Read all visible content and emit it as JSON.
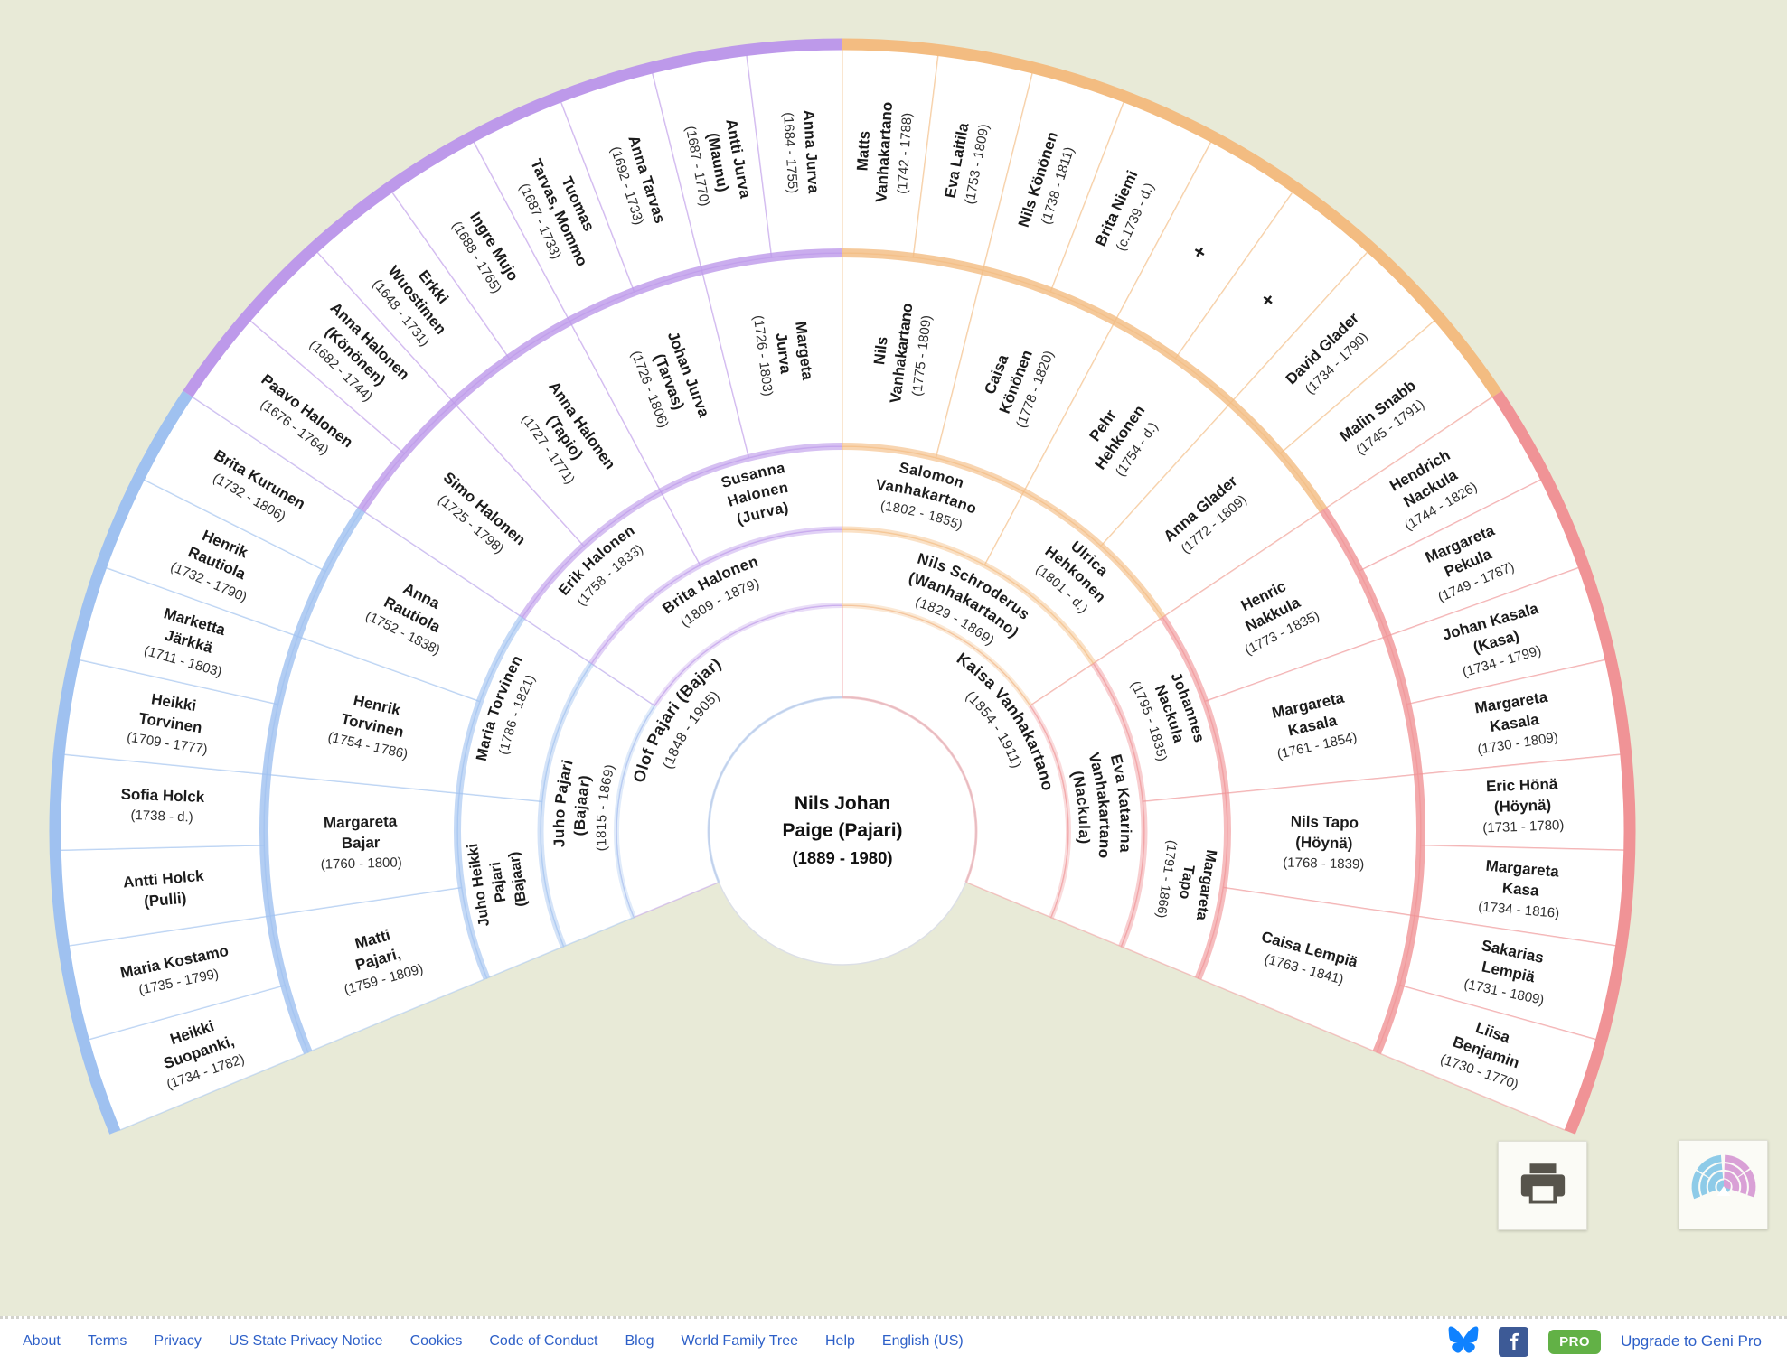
{
  "center_person": {
    "name_lines": [
      "Nils Johan",
      "Paige (Pajari)"
    ],
    "dates": "(1889 - 1980)"
  },
  "rings": [
    {
      "generation": "parents",
      "people": [
        {
          "name_lines": [
            "Olof Pajari (Bajar)"
          ],
          "dates": "(1848 - 1905)"
        },
        {
          "name_lines": [
            "Kaisa Vanhakartano"
          ],
          "dates": "(1854 - 1911)"
        }
      ]
    },
    {
      "generation": "grandparents",
      "people": [
        {
          "name_lines": [
            "Juho Pajari",
            "(Bajaar)"
          ],
          "dates": "(1815 - 1869)"
        },
        {
          "name_lines": [
            "Brita Halonen"
          ],
          "dates": "(1809 - 1879)"
        },
        {
          "name_lines": [
            "Nils Schroderus",
            "(Wanhakartano)"
          ],
          "dates": "(1829 - 1869)"
        },
        {
          "name_lines": [
            "Eva Katarina",
            "Vanhakartano",
            "(Nackula)"
          ],
          "dates": ""
        }
      ]
    },
    {
      "generation": "great-grandparents",
      "people": [
        {
          "name_lines": [
            "Juho Heikki",
            "Pajari",
            "(Bajaar)"
          ],
          "dates": ""
        },
        {
          "name_lines": [
            "Maria Torvinen"
          ],
          "dates": "(1786 - 1821)"
        },
        {
          "name_lines": [
            "Erik Halonen"
          ],
          "dates": "(1758 - 1833)"
        },
        {
          "name_lines": [
            "Susanna",
            "Halonen",
            "(Jurva)"
          ],
          "dates": ""
        },
        {
          "name_lines": [
            "Salomon",
            "Vanhakartano"
          ],
          "dates": "(1802 - 1855)"
        },
        {
          "name_lines": [
            "Ulrica",
            "Hehkonen"
          ],
          "dates": "(1801 -  d.)"
        },
        {
          "name_lines": [
            "Johannes",
            "Nackula"
          ],
          "dates": "(1795 - 1835)"
        },
        {
          "name_lines": [
            "Margareta",
            "Tapo"
          ],
          "dates": "(1791 - 1866)"
        }
      ]
    },
    {
      "generation": "2nd-great-grandparents",
      "people": [
        {
          "name_lines": [
            "Matti",
            "Pajari,"
          ],
          "dates": "(1759 - 1809)"
        },
        {
          "name_lines": [
            "Margareta",
            "Bajar"
          ],
          "dates": "(1760 - 1800)"
        },
        {
          "name_lines": [
            "Henrik",
            "Torvinen"
          ],
          "dates": "(1754 - 1786)"
        },
        {
          "name_lines": [
            "Anna",
            "Rautiola"
          ],
          "dates": "(1752 - 1838)"
        },
        {
          "name_lines": [
            "Simo Halonen"
          ],
          "dates": "(1725 - 1798)"
        },
        {
          "name_lines": [
            "Anna Halonen",
            "(Tapio)"
          ],
          "dates": "(1727 - 1771)"
        },
        {
          "name_lines": [
            "Johan Jurva",
            "(Tarvas)"
          ],
          "dates": "(1726 - 1806)"
        },
        {
          "name_lines": [
            "Margeta",
            "Jurva"
          ],
          "dates": "(1726 - 1803)"
        },
        {
          "name_lines": [
            "Nils",
            "Vanhakartano"
          ],
          "dates": "(1775 - 1809)"
        },
        {
          "name_lines": [
            "Caisa",
            "Könönen"
          ],
          "dates": "(1778 - 1820)"
        },
        {
          "name_lines": [
            "Pehr",
            "Hehkonen"
          ],
          "dates": "(1754 -  d.)"
        },
        {
          "name_lines": [
            "Anna Glader"
          ],
          "dates": "(1772 - 1809)"
        },
        {
          "name_lines": [
            "Henric",
            "Nakkula"
          ],
          "dates": "(1773 - 1835)"
        },
        {
          "name_lines": [
            "Margareta",
            "Kasala"
          ],
          "dates": "(1761 - 1854)"
        },
        {
          "name_lines": [
            "Nils Tapo",
            "(Höynä)"
          ],
          "dates": "(1768 - 1839)"
        },
        {
          "name_lines": [
            "Caisa Lempiä"
          ],
          "dates": "(1763 - 1841)"
        }
      ]
    },
    {
      "generation": "3rd-great-grandparents",
      "people": [
        {
          "name_lines": [
            "Heikki",
            "Suopanki,"
          ],
          "dates": "(1734 - 1782)"
        },
        {
          "name_lines": [
            "Maria Kostamo"
          ],
          "dates": "(1735 - 1799)"
        },
        {
          "name_lines": [
            "Antti Holck",
            "(Pulli)"
          ],
          "dates": ""
        },
        {
          "name_lines": [
            "Sofia Holck"
          ],
          "dates": "(1738 -  d.)"
        },
        {
          "name_lines": [
            "Heikki",
            "Torvinen"
          ],
          "dates": "(1709 - 1777)"
        },
        {
          "name_lines": [
            "Marketta",
            "Järkkä"
          ],
          "dates": "(1711 - 1803)"
        },
        {
          "name_lines": [
            "Henrik",
            "Rautiola"
          ],
          "dates": "(1732 - 1790)"
        },
        {
          "name_lines": [
            "Brita Kurunen"
          ],
          "dates": "(1732 - 1806)"
        },
        {
          "name_lines": [
            "Paavo Halonen"
          ],
          "dates": "(1676 - 1764)"
        },
        {
          "name_lines": [
            "Anna Halonen",
            "(Könönen)"
          ],
          "dates": "(1682 - 1744)"
        },
        {
          "name_lines": [
            "Erkki",
            "Wuostimen"
          ],
          "dates": "(1648 - 1731)"
        },
        {
          "name_lines": [
            "Ingre Mujo"
          ],
          "dates": "(1688 - 1765)"
        },
        {
          "name_lines": [
            "Tuomas",
            "Tarvas, Mommo"
          ],
          "dates": "(1687 - 1733)"
        },
        {
          "name_lines": [
            "Anna Tarvas"
          ],
          "dates": "(1692 - 1733)"
        },
        {
          "name_lines": [
            "Antti Jurva",
            "(Maunu)"
          ],
          "dates": "(1687 - 1770)"
        },
        {
          "name_lines": [
            "Anna Jurva"
          ],
          "dates": "(1684 - 1755)"
        },
        {
          "name_lines": [
            "Matts",
            "Vanhakartano"
          ],
          "dates": "(1742 - 1788)"
        },
        {
          "name_lines": [
            "Eva Laitila"
          ],
          "dates": "(1753 - 1809)"
        },
        {
          "name_lines": [
            "Nils Könönen"
          ],
          "dates": "(1738 - 1811)"
        },
        {
          "name_lines": [
            "Brita Niemi"
          ],
          "dates": "(c.1739 -  d.)"
        },
        {
          "name_lines": [
            "+"
          ],
          "dates": ""
        },
        {
          "name_lines": [
            "+"
          ],
          "dates": ""
        },
        {
          "name_lines": [
            "David Glader"
          ],
          "dates": "(1734 - 1790)"
        },
        {
          "name_lines": [
            "Malin Snabb"
          ],
          "dates": "(1745 - 1791)"
        },
        {
          "name_lines": [
            "Hendrich",
            "Nackula"
          ],
          "dates": "(1744 - 1826)"
        },
        {
          "name_lines": [
            "Margareta",
            "Pekula"
          ],
          "dates": "(1749 - 1787)"
        },
        {
          "name_lines": [
            "Johan Kasala",
            "(Kasa)"
          ],
          "dates": "(1734 - 1799)"
        },
        {
          "name_lines": [
            "Margareta",
            "Kasala"
          ],
          "dates": "(1730 - 1809)"
        },
        {
          "name_lines": [
            "Eric Hönä",
            "(Höynä)"
          ],
          "dates": "(1731 - 1780)"
        },
        {
          "name_lines": [
            "Margareta",
            "Kasa"
          ],
          "dates": "(1734 - 1816)"
        },
        {
          "name_lines": [
            "Sakarias",
            "Lempiä"
          ],
          "dates": "(1731 - 1809)"
        },
        {
          "name_lines": [
            "Liisa",
            "Benjamin"
          ],
          "dates": "(1730 - 1770)"
        }
      ]
    }
  ],
  "colors": {
    "background": "#e8ead7",
    "branch_colors": [
      "#9fc1f0",
      "#bd99ea",
      "#f3bc81",
      "#f09396"
    ],
    "link_blue": "#2e60c8",
    "pro_green": "#62b146",
    "facebook_blue": "#3d5a96",
    "bluesky_blue": "#0f82ff"
  },
  "footer": {
    "links": [
      "About",
      "Terms",
      "Privacy",
      "US State Privacy Notice",
      "Cookies",
      "Code of Conduct",
      "Blog",
      "World Family Tree",
      "Help",
      "English (US)"
    ],
    "pro_badge": "PRO",
    "upgrade_label": "Upgrade to Geni Pro"
  },
  "icons": [
    "bluesky-icon",
    "facebook-icon",
    "print-icon",
    "fan-view-icon"
  ]
}
